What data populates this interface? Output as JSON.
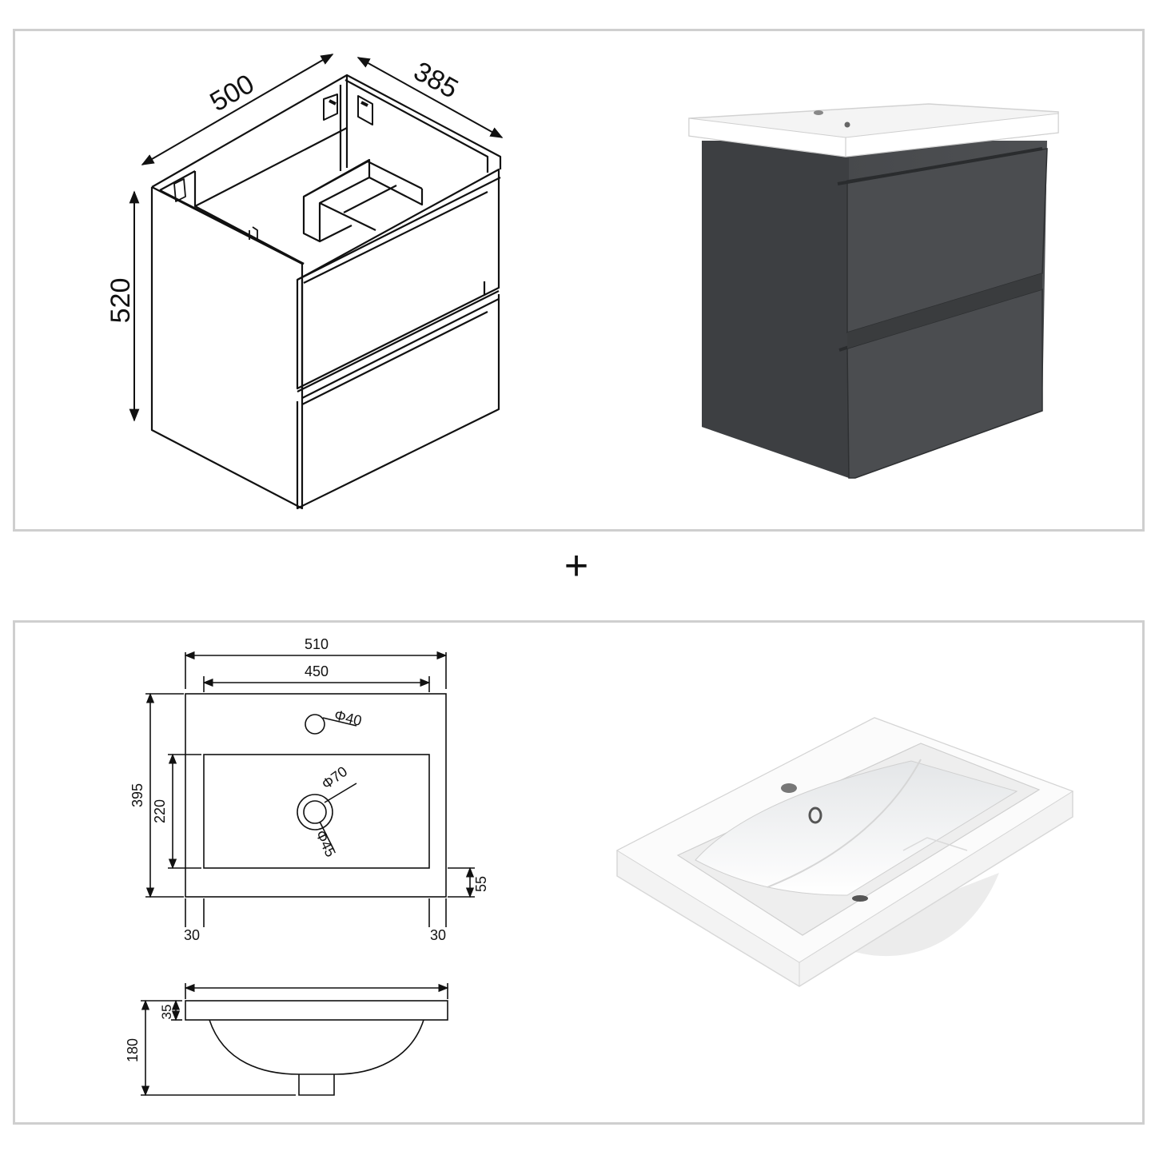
{
  "cabinet": {
    "width_label": "500",
    "depth_label": "385",
    "height_label": "520"
  },
  "separator": "+",
  "basin_top": {
    "overall_width": "510",
    "inner_width": "450",
    "overall_depth": "395",
    "inner_depth": "220",
    "tap_hole": "Φ40",
    "drain_outer": "Φ70",
    "drain_inner": "Φ45",
    "front_edge": "55",
    "left_offset": "30",
    "right_offset": "30"
  },
  "basin_side": {
    "rim_height": "35",
    "total_height": "180"
  },
  "colors": {
    "panel_border": "#cfcfcf",
    "cabinet_body": "#4a4c4f",
    "basin_white": "#f7f7f7",
    "line": "#111111"
  }
}
